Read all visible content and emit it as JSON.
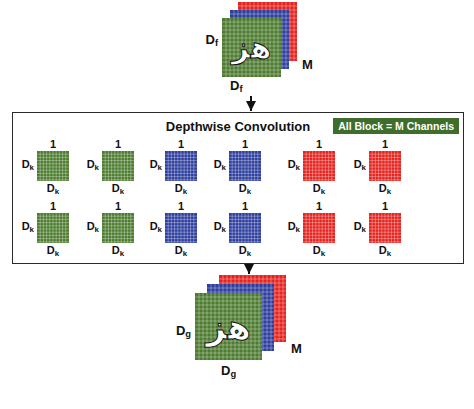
{
  "diagram": {
    "nodes": [
      {
        "text": [
          "هز",
          "Df",
          "Df",
          "M"
        ]
      },
      {
        "text": [
          "Depthwise Convolution"
        ]
      },
      {
        "text": [
          "All Block = M Channels"
        ],
        "in": 1
      },
      {
        "text": [
          "1",
          "Dk",
          "Dk"
        ],
        "in": 1
      },
      {
        "text": [
          "1",
          "Dk",
          "Dk"
        ],
        "in": 1
      },
      {
        "text": [
          "1",
          "Dk",
          "Dk"
        ],
        "in": 1
      },
      {
        "text": [
          "1",
          "Dk",
          "Dk"
        ],
        "in": 1
      },
      {
        "text": [
          "1",
          "Dk",
          "Dk"
        ],
        "in": 1
      },
      {
        "text": [
          "1",
          "Dk",
          "Dk"
        ],
        "in": 1
      },
      {
        "text": [
          "1",
          "Dk",
          "Dk"
        ],
        "in": 1
      },
      {
        "text": [
          "1",
          "Dk",
          "Dk"
        ],
        "in": 1
      },
      {
        "text": [
          "1",
          "Dk",
          "Dk"
        ],
        "in": 1
      },
      {
        "text": [
          "1",
          "Dk",
          "Dk"
        ],
        "in": 1
      },
      {
        "text": [
          "1",
          "Dk",
          "Dk"
        ],
        "in": 1
      },
      {
        "text": [
          "1",
          "Dk",
          "Dk"
        ],
        "in": 1
      },
      {
        "text": [
          "هز",
          "Dg",
          "Dg",
          "M"
        ]
      }
    ],
    "edges": [
      {
        "from": 0,
        "to": 1,
        "arrow": "to"
      },
      {
        "from": 1,
        "to": 15,
        "arrow": "to"
      }
    ]
  }
}
